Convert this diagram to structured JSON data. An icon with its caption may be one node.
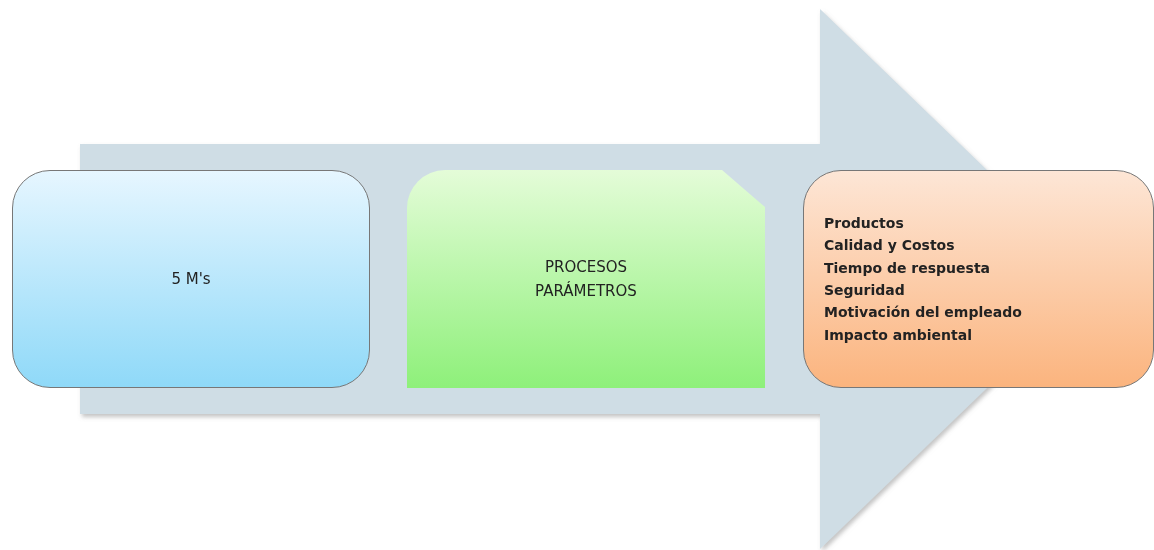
{
  "diagram": {
    "nodes": [
      {
        "text": [
          "5 M's"
        ]
      },
      {
        "text": [
          "PROCESOS PARÁMETROS"
        ]
      },
      {
        "text": [
          "Productos",
          "Calidad y Costos",
          "Tiempo de respuesta",
          "Seguridad",
          "Motivación del empleado",
          "Impacto ambiental"
        ]
      }
    ],
    "edges": [
      {
        "from": 0,
        "to": 2,
        "arrow": "to"
      }
    ]
  }
}
